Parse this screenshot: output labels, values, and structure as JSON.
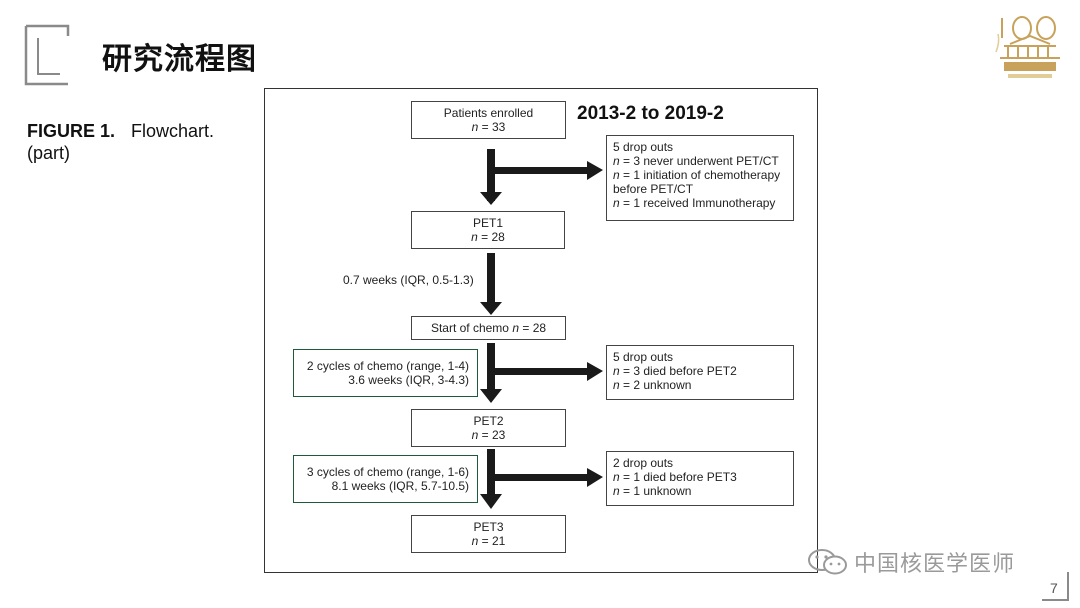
{
  "slide": {
    "title": "研究流程图",
    "page_number": "7"
  },
  "caption": {
    "label": "FIGURE 1.",
    "text": "Flowchart.",
    "note": "(part)"
  },
  "watermark": {
    "text": "中国核医学医师"
  },
  "flowchart": {
    "date_range": "2013-2 to 2019-2",
    "interval_label": "0.7 weeks (IQR, 0.5-1.3)",
    "main_boxes": {
      "enrolled": {
        "label": "Patients enrolled",
        "n_prefix": "n",
        "n_value": " = 33"
      },
      "pet1": {
        "label": "PET1",
        "n_prefix": "n",
        "n_value": " = 28"
      },
      "chemo_start": {
        "label": "Start of chemo",
        "n_prefix": "n",
        "n_value": " = 28"
      },
      "pet2": {
        "label": "PET2",
        "n_prefix": "n",
        "n_value": " = 23"
      },
      "pet3": {
        "label": "PET3",
        "n_prefix": "n",
        "n_value": " = 21"
      }
    },
    "dropouts": [
      {
        "title": "5 drop outs",
        "lines": [
          {
            "n": "n",
            "text": " = 3 never underwent PET/CT"
          },
          {
            "n": "n",
            "text": " = 1 initiation of chemotherapy"
          },
          {
            "n": "",
            "text": "before PET/CT"
          },
          {
            "n": "n",
            "text": " = 1 received Immunotherapy"
          }
        ]
      },
      {
        "title": "5 drop outs",
        "lines": [
          {
            "n": "n",
            "text": " = 3 died before PET2"
          },
          {
            "n": "n",
            "text": " = 2 unknown"
          }
        ]
      },
      {
        "title": "2 drop outs",
        "lines": [
          {
            "n": "n",
            "text": " = 1 died before PET3"
          },
          {
            "n": "n",
            "text": " = 1 unknown"
          }
        ]
      }
    ],
    "cycles": [
      {
        "line1": "2 cycles of chemo (range, 1-4)",
        "line2": "3.6 weeks (IQR, 3-4.3)"
      },
      {
        "line1": "3 cycles of chemo (range, 1-6)",
        "line2": "8.1 weeks (IQR, 5.7-10.5)"
      }
    ]
  },
  "colors": {
    "cycle_box_border": "#1f5a3a",
    "arrow": "#1a1a1a",
    "logo_gold": "#c8a25a",
    "watermark_gray": "#9a9a9a"
  },
  "icons": {
    "title_mark": "bracket-corner-icon",
    "logo": "centennial-logo-icon",
    "watermark": "wechat-icon",
    "page_frame": "page-corner-icon"
  }
}
